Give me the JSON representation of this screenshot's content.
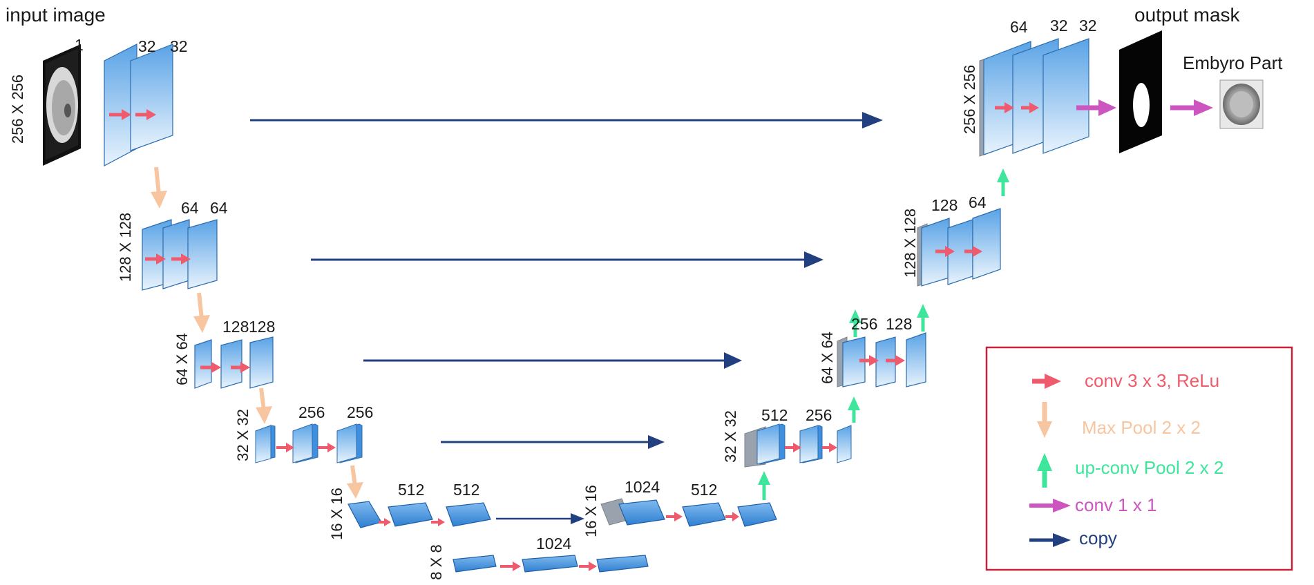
{
  "title_input": "input image",
  "title_output": "output mask",
  "title_embryo": "Embyro Part",
  "sizes": {
    "s256": "256 X 256",
    "s128": "128 X 128",
    "s64": "64 X 64",
    "s32": "32 X 32",
    "s16": "16 X 16",
    "s8": "8 X 8",
    "s16_up": "16 X 16",
    "s32_up": "32 X 32",
    "s64_up": "64 X 64",
    "s128_up": "128 X 128",
    "s256_up": "256 X 256"
  },
  "channels": {
    "in_1": "1",
    "e1a": "32",
    "e1b": "32",
    "e2a": "64",
    "e2b": "64",
    "e3a": "128",
    "e3b": "128",
    "e4a": "256",
    "e4b": "256",
    "e5a": "512",
    "e5b": "512",
    "bott": "1024",
    "d5a": "1024",
    "d5b": "512",
    "d4a": "512",
    "d4b": "256",
    "d3a": "256",
    "d3b": "128",
    "d2a": "128",
    "d2b": "64",
    "d1a": "64",
    "d1b": "32",
    "d1c": "32"
  },
  "legend": {
    "conv": "conv 3 x 3, ReLu",
    "pool": "Max Pool 2 x 2",
    "up": "up-conv  Pool 2 x 2",
    "conv1": "conv  1 x 1",
    "copy": "copy"
  },
  "colors": {
    "conv_arrow": "#ef5b6c",
    "pool_arrow": "#f7c6a0",
    "up_arrow": "#3ee69b",
    "conv1_arrow": "#cc55c0",
    "copy_arrow": "#223f80",
    "legend_border": "#c8213a",
    "block_light": "#e4f0fc",
    "block_dark": "#4a98e0"
  }
}
